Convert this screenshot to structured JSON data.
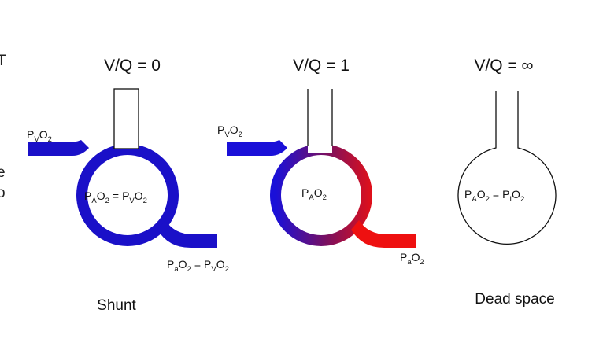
{
  "left_edge_fragments": [
    "T",
    "e",
    "o"
  ],
  "panels": [
    {
      "title": "V/Q = 0",
      "caption": "Shunt",
      "inflow_label": {
        "base": "P",
        "sub": "V",
        "suffix": "O",
        "sub2": "2"
      },
      "alveolar_label": {
        "left": {
          "base": "P",
          "sub": "A",
          "suffix": "O",
          "sub2": "2"
        },
        "eq": "=",
        "right": {
          "base": "P",
          "sub": "V",
          "suffix": "O",
          "sub2": "2"
        }
      },
      "outflow_label": {
        "left": {
          "base": "P",
          "sub": "a",
          "suffix": "O",
          "sub2": "2"
        },
        "eq": "=",
        "right": {
          "base": "P",
          "sub": "V",
          "suffix": "O",
          "sub2": "2"
        }
      },
      "vessel_color": "#1a10c8",
      "airway": "closed"
    },
    {
      "title": "V/Q = 1",
      "caption": "",
      "inflow_label": {
        "base": "P",
        "sub": "V",
        "suffix": "O",
        "sub2": "2"
      },
      "alveolar_label": {
        "left": {
          "base": "P",
          "sub": "A",
          "suffix": "O",
          "sub2": "2"
        }
      },
      "outflow_label": {
        "left": {
          "base": "P",
          "sub": "a",
          "suffix": "O",
          "sub2": "2"
        }
      },
      "vessel_gradient": [
        "#1a10d8",
        "#7a1060",
        "#ee1010"
      ],
      "airway": "open"
    },
    {
      "title": "V/Q = ∞",
      "caption": "Dead space",
      "alveolar_label": {
        "left": {
          "base": "P",
          "sub": "A",
          "suffix": "O",
          "sub2": "2"
        },
        "eq": "=",
        "right": {
          "base": "P",
          "sub": "I",
          "suffix": "O",
          "sub2": "2"
        }
      },
      "vessel_color": "none",
      "airway": "open"
    }
  ]
}
